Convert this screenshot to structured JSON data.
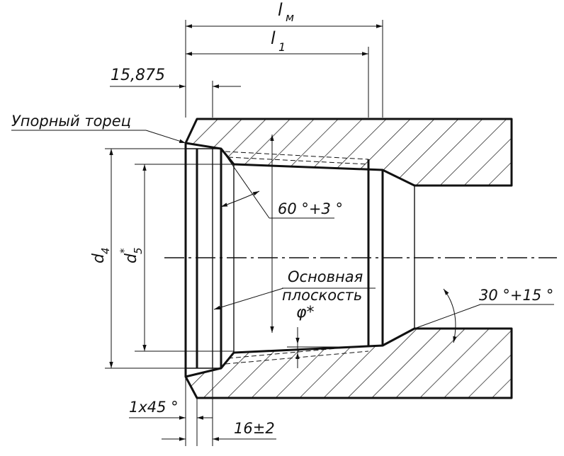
{
  "labels": {
    "lm": "l",
    "lm_sub": "м",
    "l1": "l",
    "l1_sub": "1",
    "dim_15875": "15,875",
    "stop_face": "Упорный торец",
    "angle_60": "60 °+3 °",
    "angle_30": "30 °+15 °",
    "d4": "d",
    "d4_sub": "4",
    "d5": "d",
    "d5_sub": "5",
    "d5_mark": "*",
    "base_plane_1": "Основная",
    "base_plane_2": "плоскость",
    "phi": "φ*",
    "chamfer": "1x45 °",
    "dim_16": "16±2"
  },
  "colors": {
    "ink": "#111111",
    "background": "#ffffff"
  }
}
